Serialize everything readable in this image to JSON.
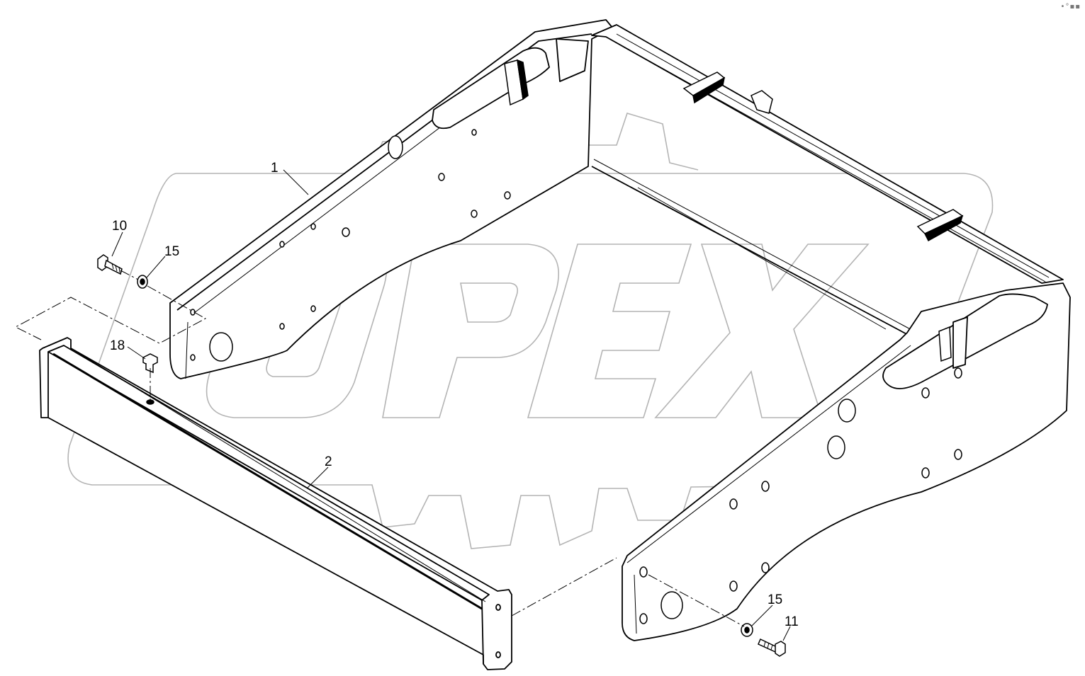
{
  "watermark": {
    "text": "OPEX",
    "stroke_color": "#b4b4b4"
  },
  "line_color": "#000000",
  "callouts": {
    "c1": "1",
    "c2": "2",
    "c10": "10",
    "c11": "11",
    "c15a": "15",
    "c15b": "15",
    "c18": "18"
  },
  "corner_mark": "•°▪▪"
}
